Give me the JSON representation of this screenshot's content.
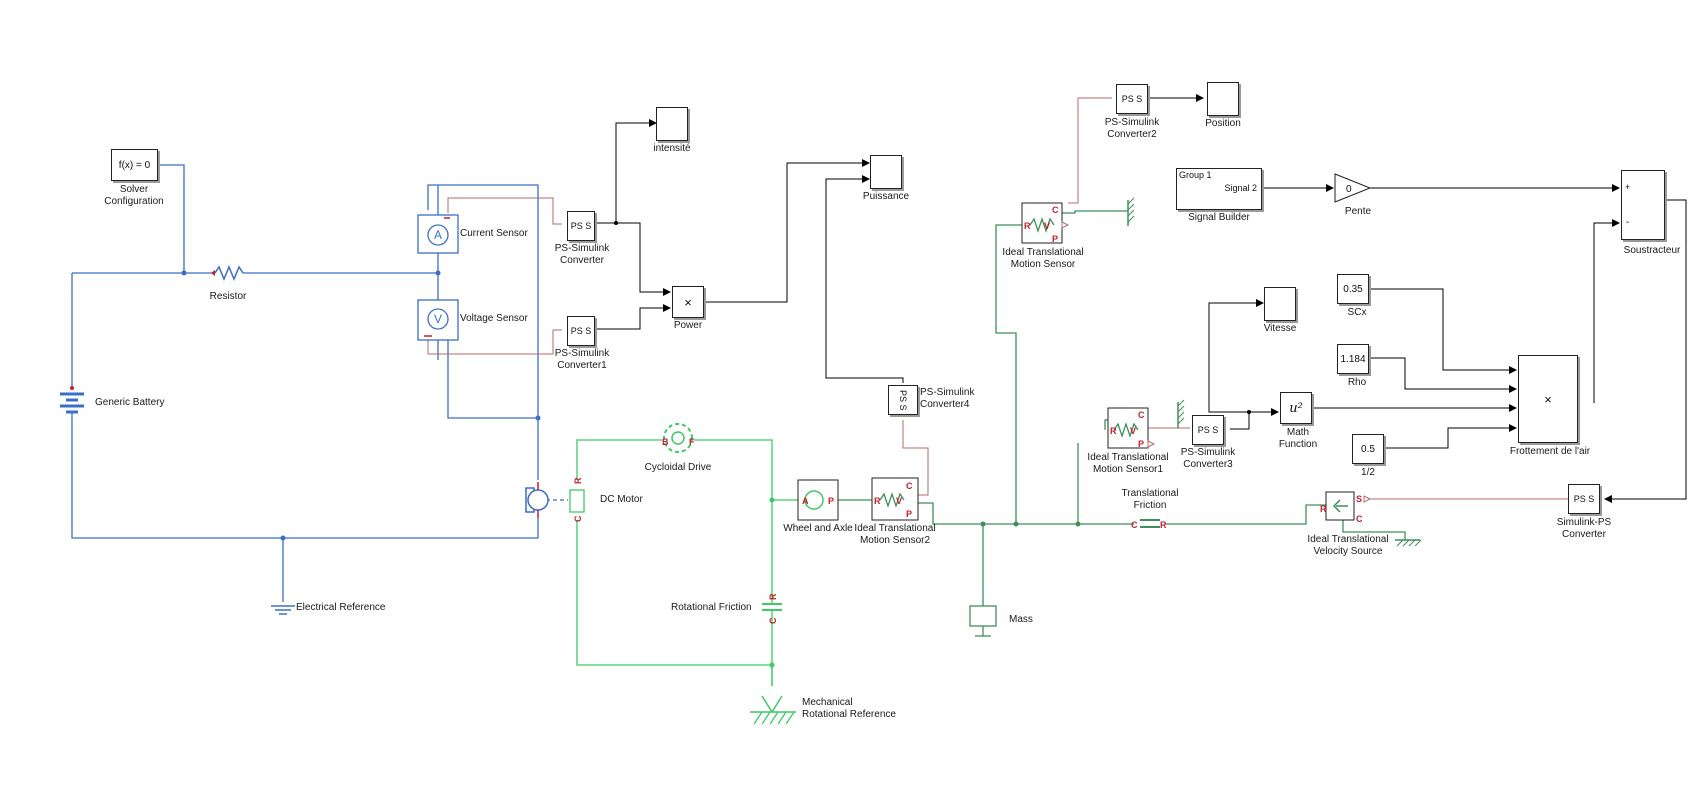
{
  "blocks": {
    "solver": {
      "text": "f(x) = 0",
      "label": "Solver\nConfiguration"
    },
    "resistor": {
      "label": "Resistor"
    },
    "battery": {
      "label": "Generic Battery"
    },
    "elec_ref": {
      "label": "Electrical Reference"
    },
    "current_sensor": {
      "glyph": "A",
      "label": "Current Sensor"
    },
    "voltage_sensor": {
      "glyph": "V",
      "label": "Voltage Sensor"
    },
    "dc_motor": {
      "label": "DC Motor"
    },
    "psc": {
      "text": "PS  S",
      "label": "PS-Simulink\nConverter"
    },
    "psc1": {
      "text": "PS  S",
      "label": "PS-Simulink\nConverter1"
    },
    "psc2": {
      "text": "PS  S",
      "label": "PS-Simulink\nConverter2"
    },
    "psc3": {
      "text": "PS  S",
      "label": "PS-Simulink\nConverter3"
    },
    "psc4": {
      "text": "PS S",
      "label": "PS-Simulink\nConverter4"
    },
    "intensite": {
      "label": "intensité"
    },
    "power": {
      "text": "×",
      "label": "Power"
    },
    "puissance": {
      "label": "Puissance"
    },
    "position": {
      "label": "Position"
    },
    "vitesse": {
      "label": "Vitesse"
    },
    "cycloidal": {
      "label": "Cycloidal Drive"
    },
    "wheel": {
      "label": "Wheel and Axle"
    },
    "itms2": {
      "label": "Ideal Translational\nMotion Sensor2"
    },
    "itms": {
      "label": "Ideal Translational\nMotion Sensor"
    },
    "itms1": {
      "label": "Ideal Translational\nMotion Sensor1"
    },
    "rot_friction": {
      "label": "Rotational Friction"
    },
    "mech_rot_ref": {
      "label": "Mechanical\nRotational Reference"
    },
    "mass": {
      "label": "Mass"
    },
    "trans_friction": {
      "label": "Translational\nFriction"
    },
    "itvs": {
      "label": "Ideal Translational\nVelocity Source"
    },
    "signal_builder": {
      "group": "Group 1",
      "signal": "Signal 2",
      "label": "Signal Builder"
    },
    "pente": {
      "text": "0",
      "label": "Pente"
    },
    "soustracteur": {
      "plus": "+",
      "minus": "-",
      "label": "Soustracteur"
    },
    "scx": {
      "text": "0.35",
      "label": "SCx"
    },
    "rho": {
      "text": "1.184",
      "label": "Rho"
    },
    "half": {
      "text": "0.5",
      "label": "1/2"
    },
    "math_fn": {
      "text": "u²",
      "label": "Math\nFunction"
    },
    "frottement": {
      "text": "×",
      "label": "Frottement de l'air"
    },
    "sim_ps": {
      "text": "PS  S",
      "label": "Simulink-PS\nConverter"
    }
  },
  "ports": {
    "c": "C",
    "r": "R",
    "p": "P",
    "v": "V",
    "a": "A",
    "b": "B",
    "f": "F",
    "s": "S"
  },
  "colors": {
    "electrical": "#3a6fc4",
    "mechanical_rotational": "#3fc966",
    "mechanical_translational": "#3f8f5a",
    "physical_signal": "#b06d6d",
    "simulink_signal": "#000000",
    "port": "#c0212b"
  }
}
